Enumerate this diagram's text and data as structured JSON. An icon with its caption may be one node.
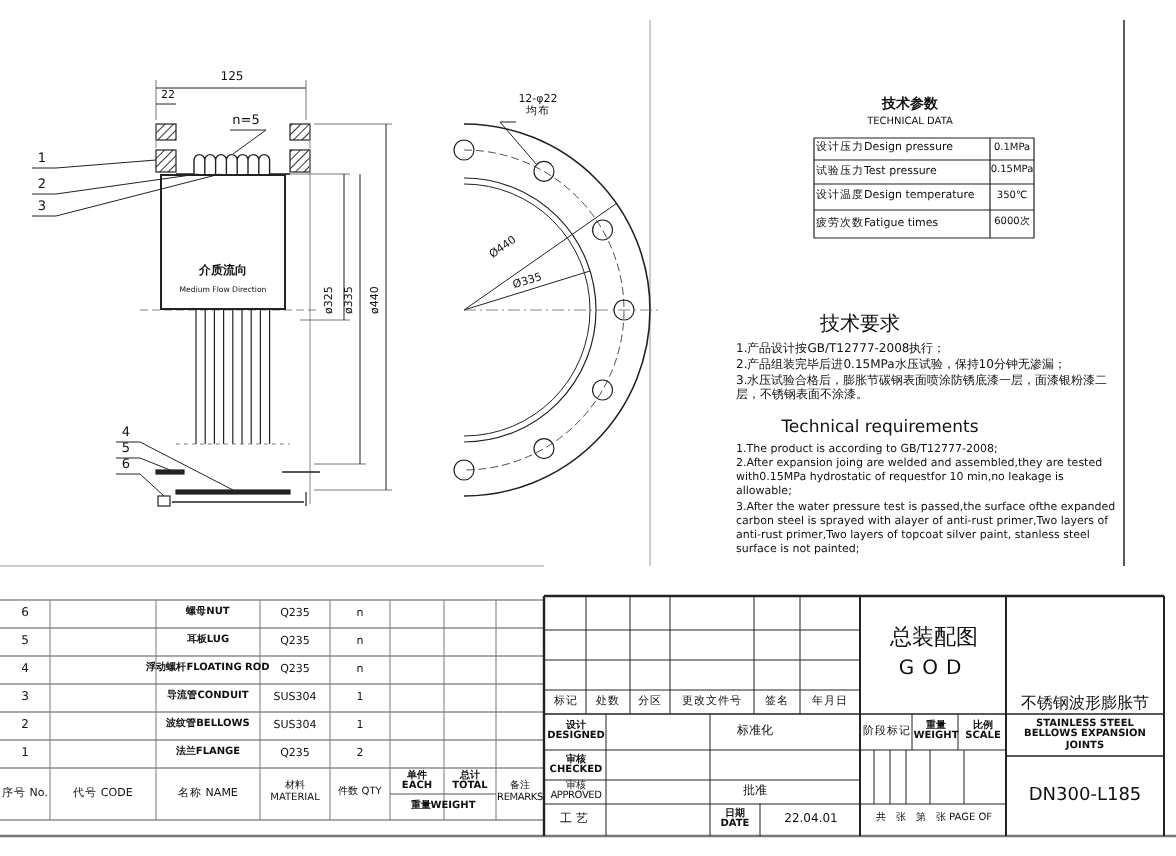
{
  "diagram": {
    "nodes": [
      {
        "text": [
          "1"
        ]
      },
      {
        "text": [
          "2"
        ]
      },
      {
        "text": [
          "3"
        ]
      },
      {
        "text": [
          "4"
        ]
      },
      {
        "text": [
          "5"
        ]
      },
      {
        "text": [
          "6"
        ]
      },
      {
        "text": [
          "n=5"
        ]
      },
      {
        "text": [
          "12-φ22 均布"
        ]
      },
      {
        "text": [],
        "shape": "box"
      },
      {
        "text": [],
        "shape": "picture"
      },
      {
        "text": [
          "介质流向",
          "Medium Flow Direction"
        ]
      },
      {
        "text": [],
        "shape": "bar"
      },
      {
        "text": [],
        "shape": "bar"
      },
      {
        "text": [],
        "shape": "box"
      },
      {
        "text": [],
        "shape": "circle"
      }
    ],
    "edges": [
      {
        "from": 0,
        "to": 8,
        "arrow": "none"
      },
      {
        "from": 1,
        "to": 9,
        "arrow": "none"
      },
      {
        "from": 2,
        "to": 10,
        "arrow": "none"
      },
      {
        "from": 3,
        "to": 11,
        "arrow": "none"
      },
      {
        "from": 4,
        "to": 12,
        "arrow": "none"
      },
      {
        "from": 5,
        "to": 13,
        "arrow": "none"
      },
      {
        "from": 6,
        "to": 9,
        "arrow": "none"
      },
      {
        "from": 7,
        "to": 14,
        "arrow": "none"
      }
    ],
    "labels": [
      "125",
      "22",
      "ø325",
      "ø335",
      "ø440",
      "Ø440",
      "Ø335",
      "技术参数",
      "TECHNICAL DATA",
      "设计压力Design pressure",
      "0.1MPa",
      "试验压力Test pressure",
      "0.15MPa",
      "设计温度Design temperature",
      "350℃",
      "疲劳次数Fatigue times",
      "6000次",
      "技术要求",
      "1.产品设计按GB/T12777-2008执行；",
      "2.产品组装完毕后进0.15MPa水压试验，保持10分钟无渗漏；",
      "3.水压试验合格后，膨胀节碳钢表面喷涂防锈底漆一层，面漆银粉漆二层，不锈钢表面不涂漆。",
      "Technical requirements",
      "1.The product is according to GB/T12777-2008;",
      "2.After expansion joing are welded and assembled,they are tested with0.15MPa hydrostatic of requestfor 10 min,no leakage is allowable;",
      "3.After the water pressure test is passed,the surface ofthe expanded carbon steel is sprayed with alayer of anti-rust primer,Two layers of anti-rust primer,Two layers of topcoat silver paint, stanless steel surface is not painted;",
      "6",
      "螺母NUT",
      "Q235",
      "n",
      "5",
      "耳板LUG",
      "Q235",
      "n",
      "4",
      "浮动螺杆FLOATING ROD",
      "Q235",
      "n",
      "3",
      "导流管CONDUIT",
      "SUS304",
      "1",
      "2",
      "波纹管BELLOWS",
      "SUS304",
      "1",
      "1",
      "法兰FLANGE",
      "Q235",
      "2",
      "序号 No.",
      "代号 CODE",
      "名称 NAME",
      "材料 MATERIAL",
      "件数 QTY",
      "单件EACH",
      "总计TOTAL",
      "重量WEIGHT",
      "备注 REMARKS",
      "总装配图",
      "GOD",
      "标记",
      "处数",
      "分区",
      "更改文件号",
      "签名",
      "年月日",
      "设计DESIGNED",
      "标准化",
      "阶段标记",
      "重量WEIGHT",
      "比例SCALE",
      "不锈钢波形膨胀节",
      "STAINLESS STEEL BELLOWS EXPANSION JOINTS",
      "审核CHECKED",
      "审核APPROVED",
      "批准",
      "DN300-L185",
      "工艺",
      "日期DATE",
      "22.04.01",
      "共　张　第　张 PAGE OF"
    ]
  }
}
